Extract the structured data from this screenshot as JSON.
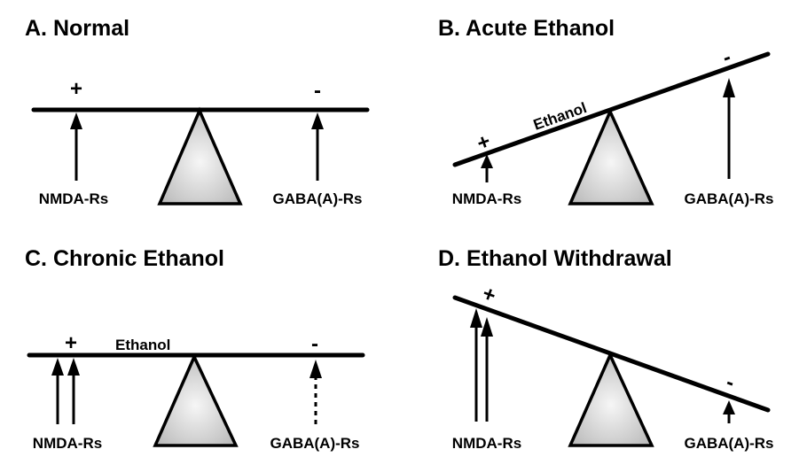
{
  "figure": {
    "panels": [
      {
        "id": "A",
        "title": "A. Normal",
        "state": "balanced",
        "nmda_label": "NMDA-Rs",
        "gaba_label": "GABA(A)-Rs",
        "plus_sign": "+",
        "minus_sign": "-",
        "ethanol_label": null,
        "nmda_arrow_count": 1,
        "nmda_arrow_strength": "normal",
        "gaba_arrow_count": 1,
        "gaba_arrow_strength": "normal",
        "gaba_arrow_style": "solid",
        "beam_tilt": "level"
      },
      {
        "id": "B",
        "title": "B. Acute Ethanol",
        "state": "tilted toward NMDA side (inhibition dominates)",
        "nmda_label": "NMDA-Rs",
        "gaba_label": "GABA(A)-Rs",
        "plus_sign": "+",
        "minus_sign": "-",
        "ethanol_label": "Ethanol",
        "nmda_arrow_count": 1,
        "nmda_arrow_strength": "reduced",
        "gaba_arrow_count": 1,
        "gaba_arrow_strength": "enhanced",
        "gaba_arrow_style": "solid",
        "beam_tilt": "left-down"
      },
      {
        "id": "C",
        "title": "C. Chronic Ethanol",
        "state": "balanced with adaptations",
        "nmda_label": "NMDA-Rs",
        "gaba_label": "GABA(A)-Rs",
        "plus_sign": "+",
        "minus_sign": "-",
        "ethanol_label": "Ethanol",
        "nmda_arrow_count": 2,
        "nmda_arrow_strength": "upregulated",
        "gaba_arrow_count": 1,
        "gaba_arrow_strength": "downregulated",
        "gaba_arrow_style": "dashed",
        "beam_tilt": "level"
      },
      {
        "id": "D",
        "title": "D. Ethanol Withdrawal",
        "state": "tilted toward GABA side (excitation dominates)",
        "nmda_label": "NMDA-Rs",
        "gaba_label": "GABA(A)-Rs",
        "plus_sign": "+",
        "minus_sign": "-",
        "ethanol_label": null,
        "nmda_arrow_count": 2,
        "nmda_arrow_strength": "enhanced",
        "gaba_arrow_count": 1,
        "gaba_arrow_strength": "reduced",
        "gaba_arrow_style": "solid",
        "beam_tilt": "right-down"
      }
    ]
  },
  "colors": {
    "ink": "#000000",
    "fulcrum_light": "#f4f4f4",
    "fulcrum_dark": "#bdbdbd",
    "background": "#ffffff"
  }
}
